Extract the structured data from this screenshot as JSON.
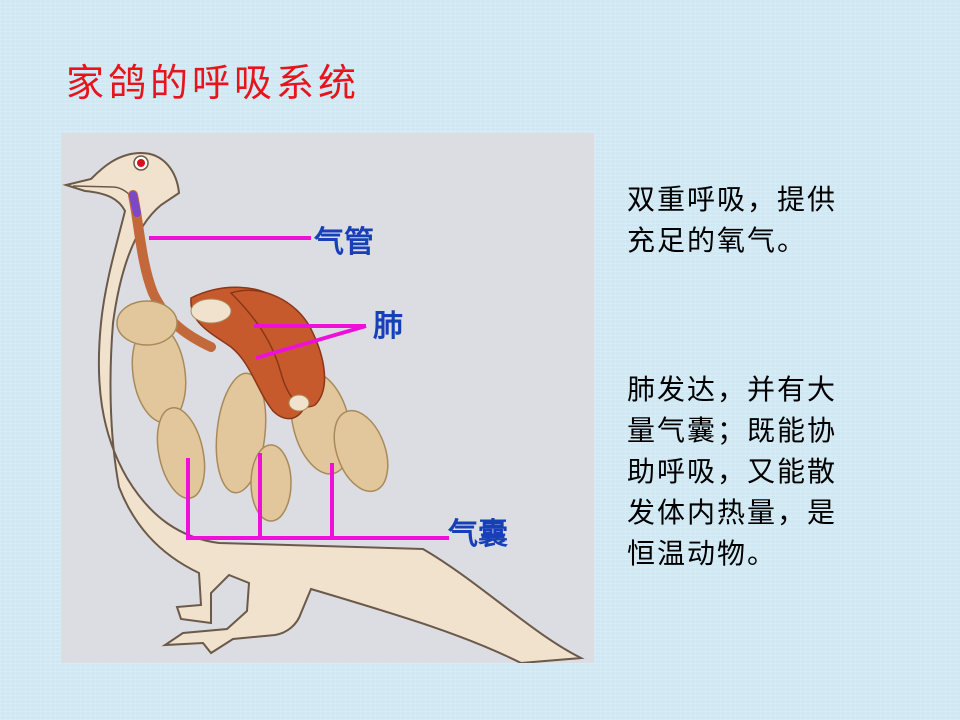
{
  "title": "家鸽的呼吸系统",
  "diagram": {
    "labels": {
      "trachea": "气管",
      "lung": "肺",
      "air_sac": "气囊"
    },
    "colors": {
      "background": "#dcdce3",
      "body": "#f0e2cc",
      "outline": "#6b5a4a",
      "lung": "#c75a2c",
      "air_sac": "#e3c79c",
      "pointer": "#ee10d8",
      "label": "#1740b8"
    }
  },
  "text_blocks": [
    {
      "lines": [
        "双重呼吸，提供",
        "充足的氧气。"
      ]
    },
    {
      "lines": [
        "肺发达，并有大",
        "量气囊；既能协",
        "助呼吸，又能散",
        "发体内热量，是",
        "恒温动物。"
      ]
    }
  ]
}
